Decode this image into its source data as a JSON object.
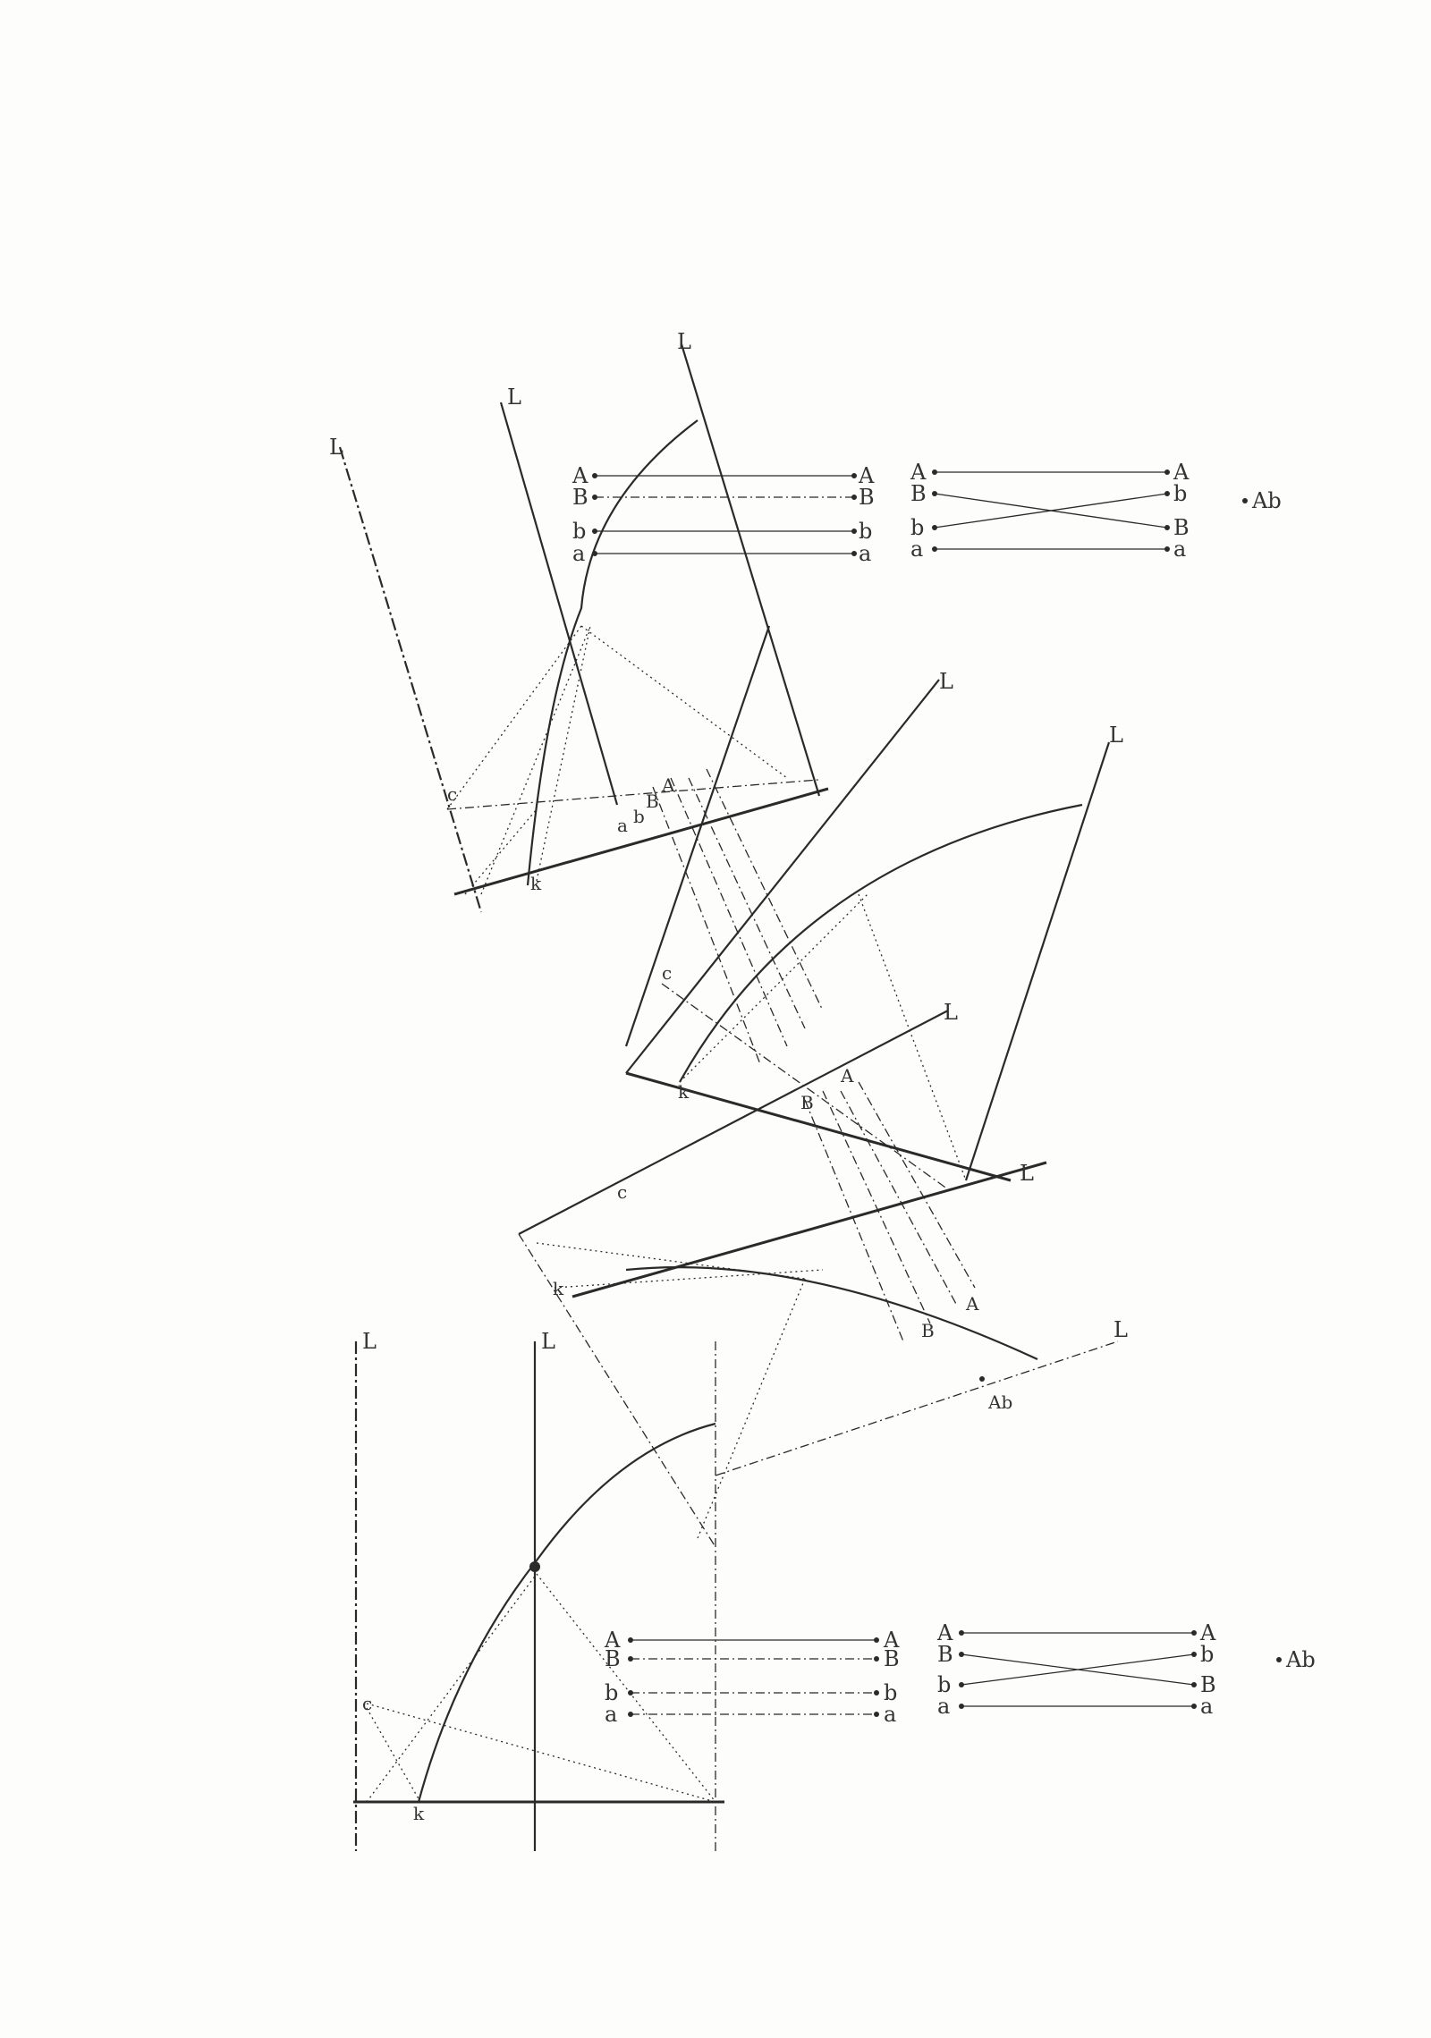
{
  "drawing": {
    "top_table": {
      "parallel": {
        "left": [
          "A",
          "B",
          "b",
          "a"
        ],
        "right": [
          "A",
          "B",
          "b",
          "a"
        ]
      },
      "crossed": {
        "left": [
          "A",
          "B",
          "b",
          "a"
        ],
        "right": [
          "A",
          "b",
          "B",
          "a"
        ]
      },
      "extra_point": "Ab"
    },
    "bottom_table": {
      "parallel": {
        "left": [
          "A",
          "B",
          "b",
          "a"
        ],
        "right": [
          "A",
          "B",
          "b",
          "a"
        ]
      },
      "crossed": {
        "left": [
          "A",
          "B",
          "b",
          "a"
        ],
        "right": [
          "A",
          "b",
          "B",
          "a"
        ]
      },
      "extra_point": "Ab"
    },
    "line_labels": {
      "L": "L",
      "c": "c",
      "k": "k"
    },
    "middle_labels": {
      "ab": "Ab",
      "A": "A",
      "B": "B",
      "b": "b",
      "a": "a"
    },
    "ink_color": "#2a2a2a",
    "paper_color": "#fdfdfc"
  }
}
